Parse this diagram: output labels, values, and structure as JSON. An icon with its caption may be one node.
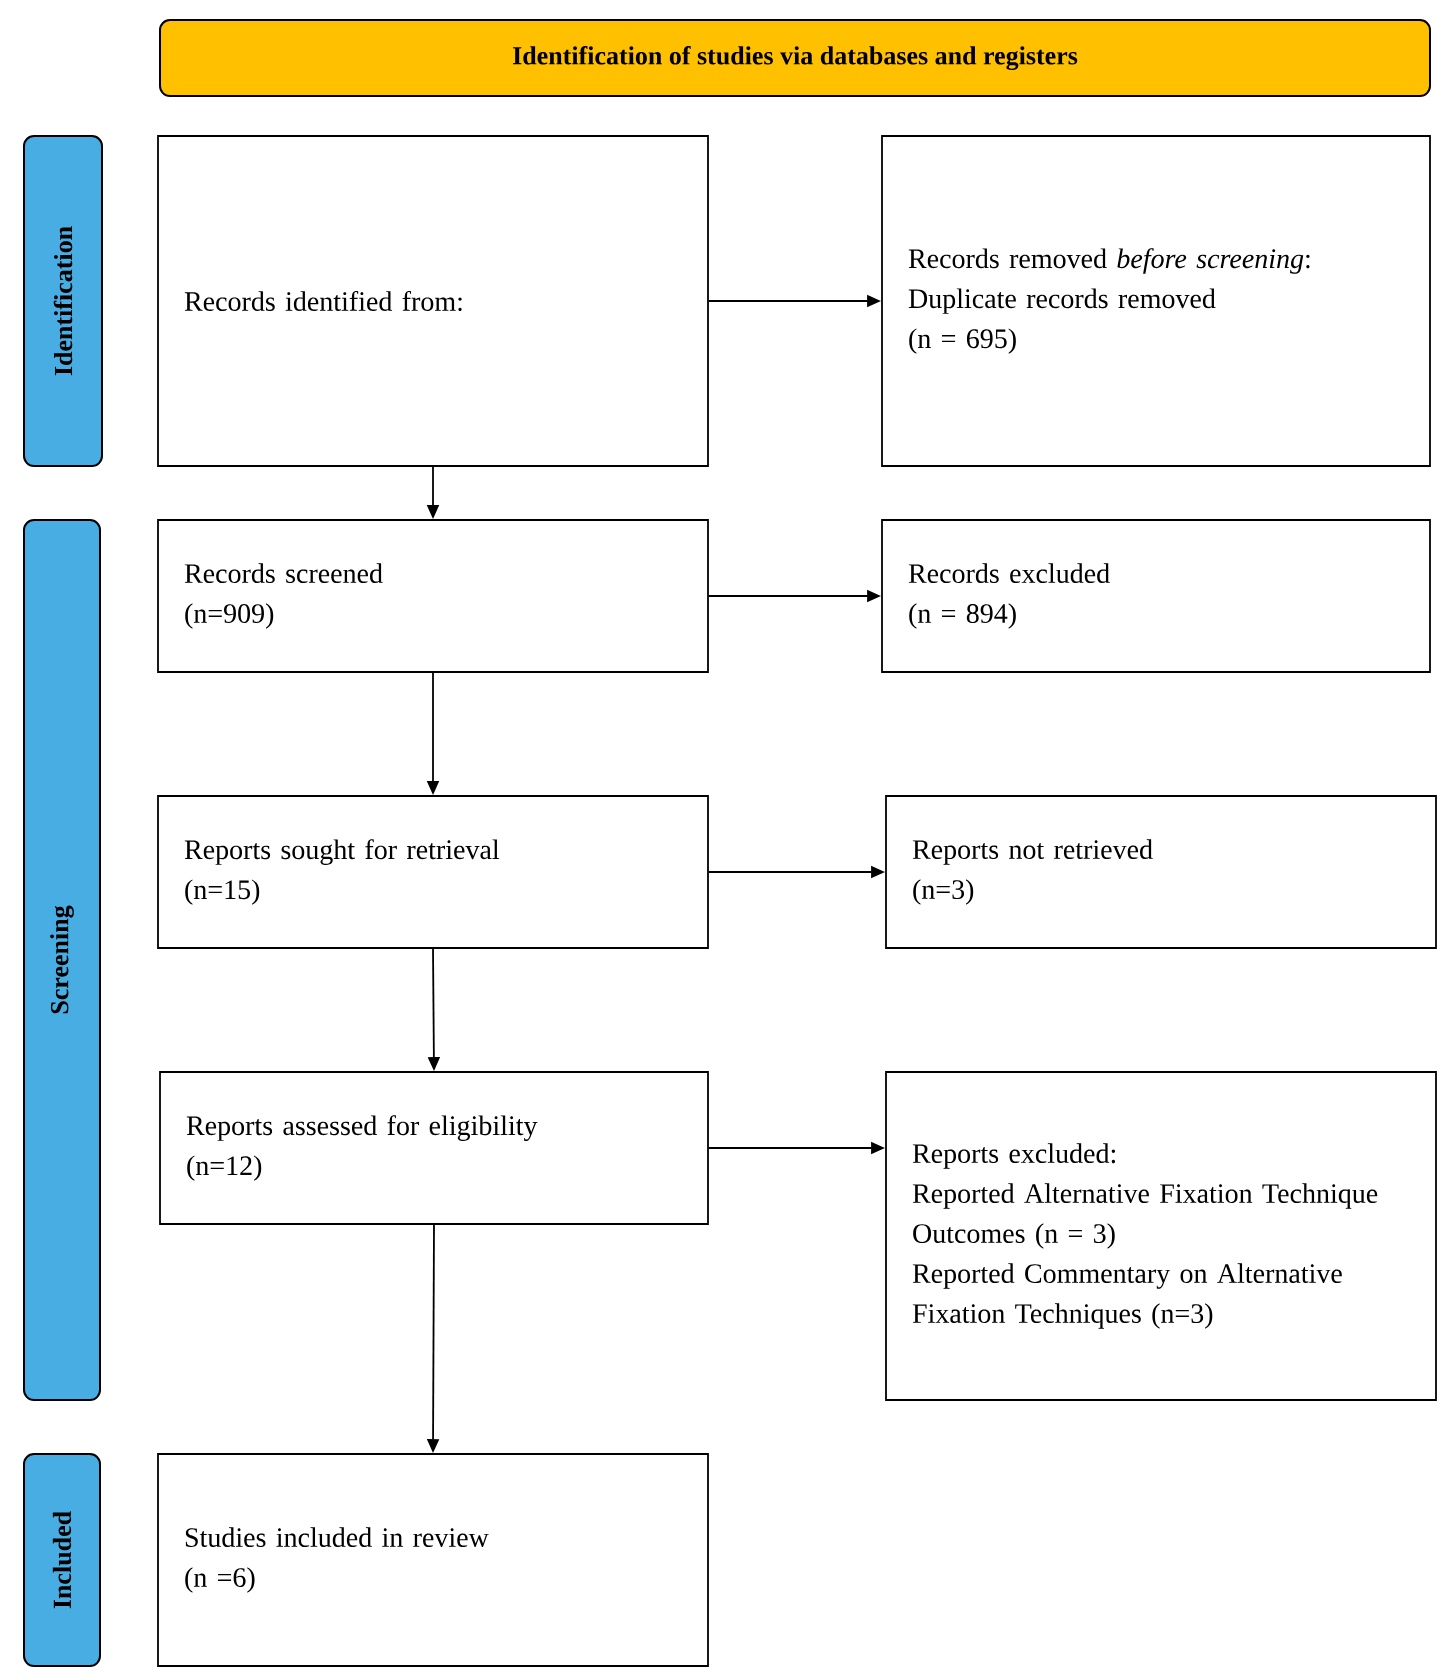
{
  "diagram": {
    "nodes": [
      {
        "text": [
          "Identification of studies via databases and registers"
        ]
      },
      {
        "text": [
          "Identification"
        ]
      },
      {
        "text": [
          "Records identified from:"
        ]
      },
      {
        "text": [
          "Records removed *before screening*:",
          "Duplicate records removed",
          "(n = 695)"
        ]
      },
      {
        "text": [
          "Screening"
        ]
      },
      {
        "text": [
          "Records screened",
          "(n=909)"
        ]
      },
      {
        "text": [
          "Records excluded",
          "(n = 894)"
        ]
      },
      {
        "text": [
          "Reports sought for retrieval",
          "(n=15)"
        ]
      },
      {
        "text": [
          "Reports not retrieved",
          "(n=3)"
        ]
      },
      {
        "text": [
          "Reports assessed for eligibility",
          "(n=12)"
        ]
      },
      {
        "text": [
          "Reports excluded:",
          "Reported Alternative Fixation Technique Outcomes (n = 3)",
          "Reported Commentary on Alternative Fixation Techniques (n=3)"
        ]
      },
      {
        "text": [
          "Included"
        ]
      },
      {
        "text": [
          "Studies included in review",
          "(n =6)"
        ]
      }
    ],
    "edges": [
      {
        "from": 2,
        "to": 3,
        "arrow": "to"
      },
      {
        "from": 2,
        "to": 5,
        "arrow": "to"
      },
      {
        "from": 5,
        "to": 6,
        "arrow": "to"
      },
      {
        "from": 5,
        "to": 7,
        "arrow": "to"
      },
      {
        "from": 7,
        "to": 8,
        "arrow": "to"
      },
      {
        "from": 7,
        "to": 9,
        "arrow": "to"
      },
      {
        "from": 9,
        "to": 10,
        "arrow": "to"
      },
      {
        "from": 9,
        "to": 12,
        "arrow": "to"
      }
    ]
  }
}
